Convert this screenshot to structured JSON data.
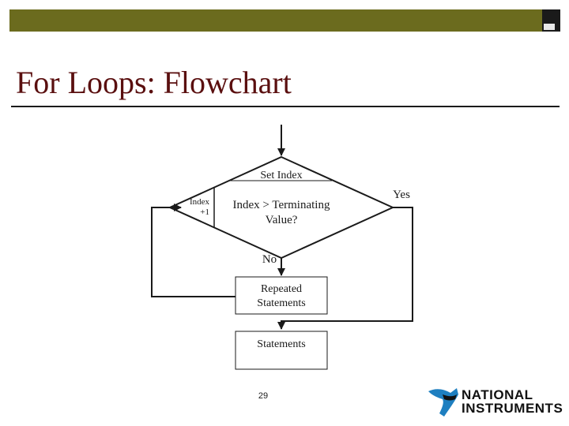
{
  "slide": {
    "title": "For Loops: Flowchart",
    "page_number": "29"
  },
  "flowchart": {
    "set_index_label": "Set Index",
    "condition_line1": "Index > Terminating",
    "condition_line2": "Value?",
    "index_increment_line1": "Index",
    "index_increment_line2": "+1",
    "yes_label": "Yes",
    "no_label": "No",
    "repeated_line1": "Repeated",
    "repeated_line2": "Statements",
    "statements_label": "Statements"
  },
  "logo": {
    "line1": "NATIONAL",
    "line2": "INSTRUMENTS",
    "colors": {
      "eagle_blue": "#1e7fc0",
      "text": "#111111"
    }
  },
  "colors": {
    "title": "#5a0f0f",
    "top_bar": "#6b6b1e",
    "lines": "#1a1a1a"
  }
}
